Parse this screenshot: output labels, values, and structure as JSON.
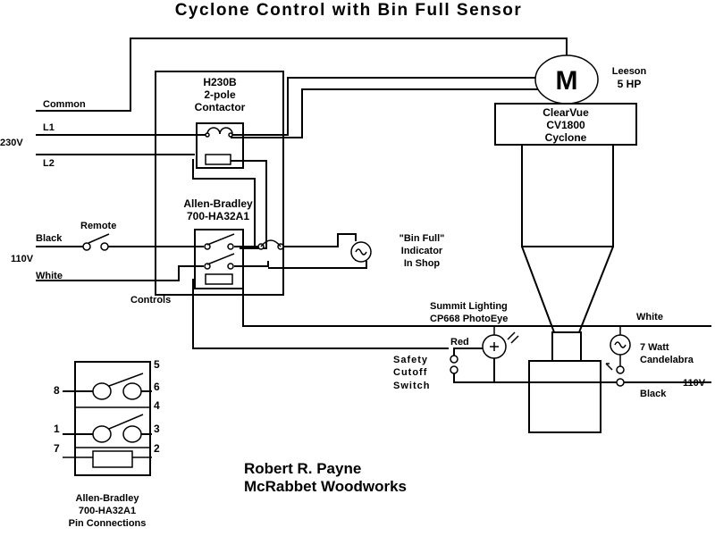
{
  "title": "Cyclone Control with Bin Full Sensor",
  "labels": {
    "common": "Common",
    "l1": "L1",
    "voltage_230": "230V",
    "l2": "L2",
    "black_left": "Black",
    "remote": "Remote",
    "voltage_110_left": "110V",
    "white_left": "White",
    "controls": "Controls",
    "contactor_line1": "H230B",
    "contactor_line2": "2-pole",
    "contactor_line3": "Contactor",
    "relay_line1": "Allen-Bradley",
    "relay_line2": "700-HA32A1",
    "motor_symbol": "M",
    "motor_line1": "Leeson",
    "motor_line2": "5 HP",
    "cyclone_line1": "ClearVue",
    "cyclone_line2": "CV1800",
    "cyclone_line3": "Cyclone",
    "bin_full_line1": "\"Bin Full\"",
    "bin_full_line2": "Indicator",
    "bin_full_line3": "In Shop",
    "photoeye_line1": "Summit Lighting",
    "photoeye_line2": "CP668 PhotoEye",
    "white_right": "White",
    "red": "Red",
    "safety_line1": "Safety",
    "safety_line2": "Cutoff",
    "safety_line3": "Switch",
    "candelabra_line1": "7 Watt",
    "candelabra_line2": "Candelabra",
    "black_right": "Black",
    "voltage_110_right": "110V",
    "pin_5": "5",
    "pin_6": "6",
    "pin_8": "8",
    "pin_4": "4",
    "pin_1": "1",
    "pin_3": "3",
    "pin_7": "7",
    "pin_2": "2",
    "pin_caption_line1": "Allen-Bradley",
    "pin_caption_line2": "700-HA32A1",
    "pin_caption_line3": "Pin Connections",
    "author_name": "Robert R. Payne",
    "author_company": "McRabbet Woodworks"
  }
}
